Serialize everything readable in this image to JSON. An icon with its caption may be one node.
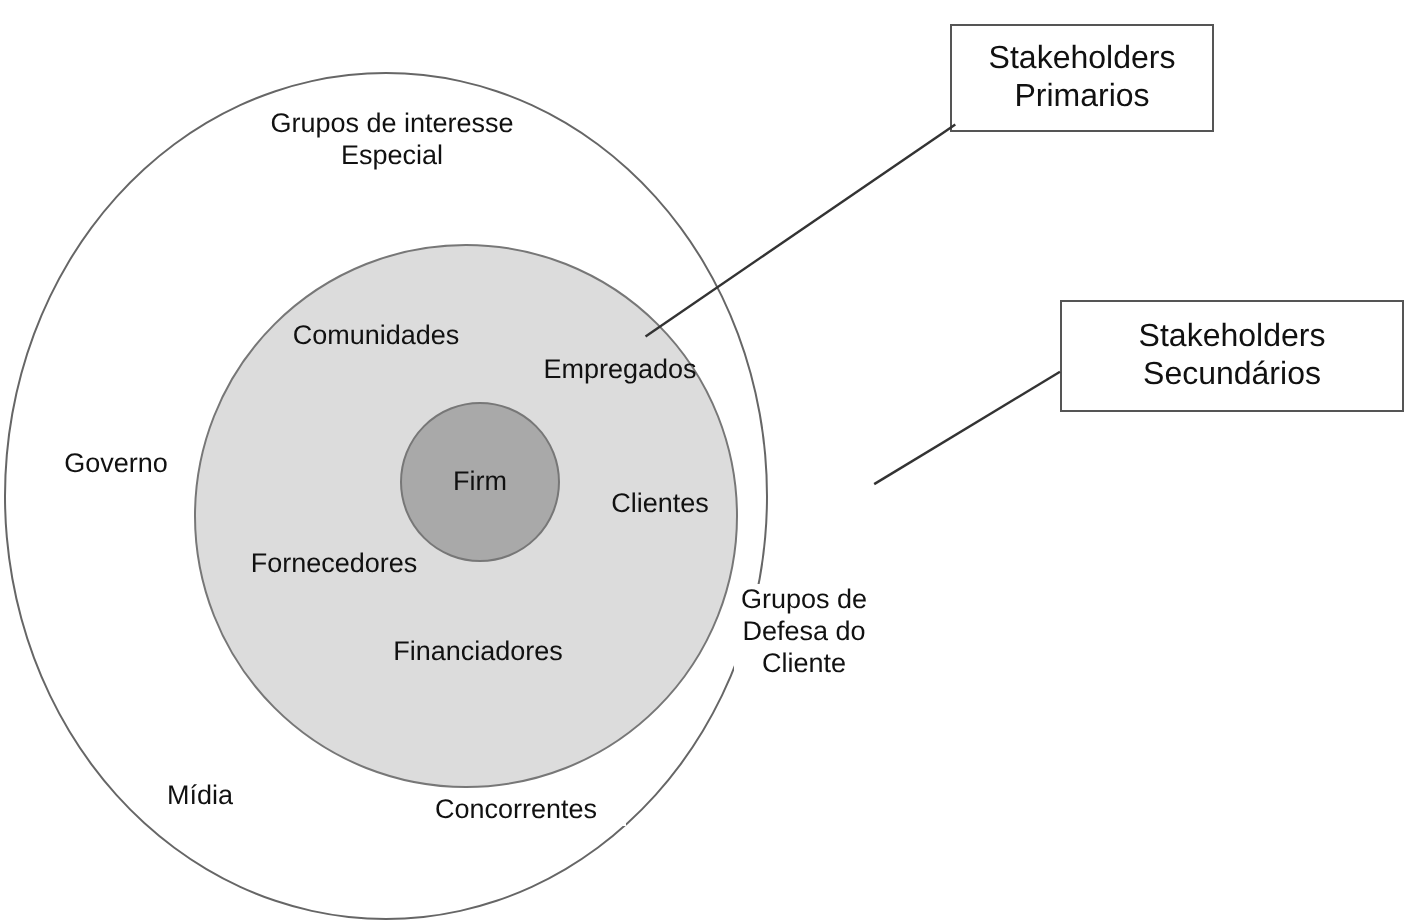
{
  "diagram": {
    "nodes": [
      {
        "text": [
          "Grupos de interesse Especial",
          "Governo",
          "Mídia",
          "Concorrentes",
          "Grupos de Defesa do Cliente"
        ]
      },
      {
        "text": [
          "Comunidades",
          "Empregados",
          "Clientes",
          "Fornecedores",
          "Financiadores"
        ],
        "in": 0
      },
      {
        "text": [
          "Firm"
        ],
        "in": 1
      },
      {
        "text": [
          "Stakeholders Primarios"
        ]
      },
      {
        "text": [
          "Stakeholders Secundários"
        ]
      }
    ],
    "edges": [
      {
        "from": 3,
        "to": 1,
        "arrow": "none"
      },
      {
        "from": 4,
        "to": 0,
        "arrow": "none"
      }
    ]
  }
}
